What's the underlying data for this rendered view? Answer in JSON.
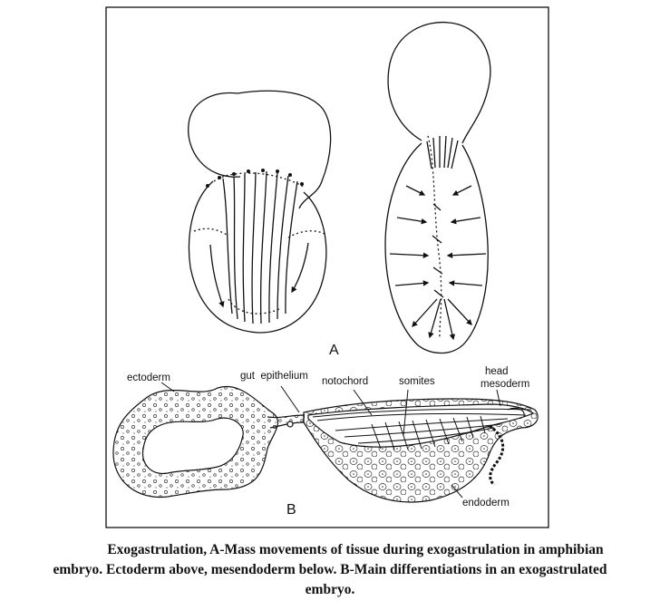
{
  "figure": {
    "panel_a_label": "A",
    "panel_b_label": "B",
    "labels": {
      "ectoderm": "ectoderm",
      "gut_epithelium": "gut  epithelium",
      "notochord": "notochord",
      "somites": "somites",
      "head_mesoderm_line1": "head",
      "head_mesoderm_line2": "mesoderm",
      "endoderm": "endoderm"
    }
  },
  "caption": {
    "line1": "Exogastrulation, A-Mass movements of tissue during exogastrulation in amphibian",
    "line2": "embryo. Ectoderm above, mesendoderm below. B-Main differentiations in an exogastrulated",
    "line3": "embryo."
  }
}
